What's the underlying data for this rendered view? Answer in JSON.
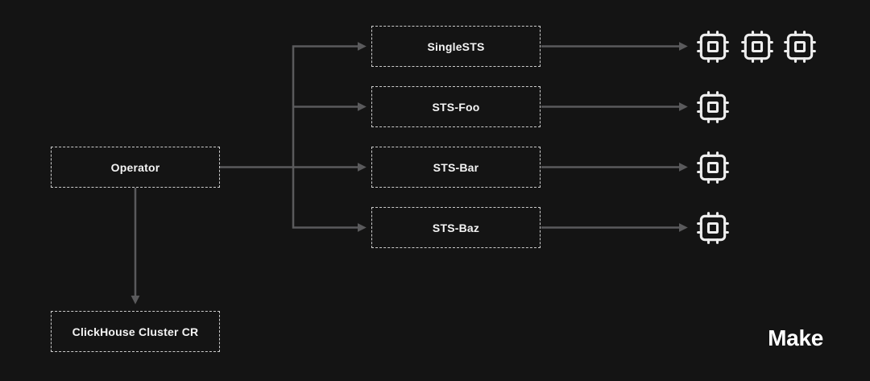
{
  "colors": {
    "background": "#141414",
    "box_border": "#cbcbcb",
    "text": "#f4f4f4",
    "connector": "#5a5a5c",
    "chip": "#ededed",
    "wordmark": "#ffffff"
  },
  "diagram": {
    "nodes": {
      "operator": {
        "label": "Operator"
      },
      "cluster_cr": {
        "label": "ClickHouse Cluster CR"
      },
      "statefulsets": [
        {
          "label": "SingleSTS",
          "pod_count": 3
        },
        {
          "label": "STS-Foo",
          "pod_count": 1
        },
        {
          "label": "STS-Bar",
          "pod_count": 1
        },
        {
          "label": "STS-Baz",
          "pod_count": 1
        }
      ]
    },
    "icons": {
      "pod": "cpu-chip-icon"
    }
  },
  "branding": {
    "wordmark": "Make"
  }
}
